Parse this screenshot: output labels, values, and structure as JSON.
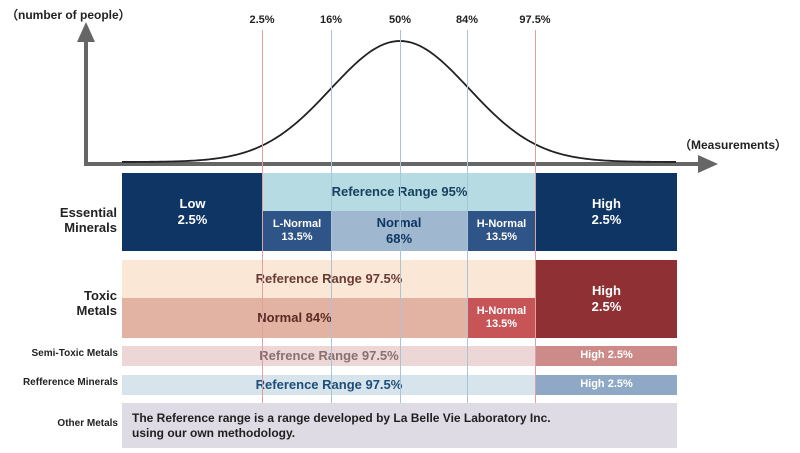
{
  "axis": {
    "y_label": "（number of people）",
    "x_label": "（Measurements）"
  },
  "percentiles": [
    "2.5%",
    "16%",
    "50%",
    "84%",
    "97.5%"
  ],
  "rows": {
    "essential": {
      "label_line1": "Essential",
      "label_line2": "Minerals",
      "low_title": "Low",
      "low_pct": "2.5%",
      "ref_range": "Reference Range 95%",
      "lnormal_title": "L-Normal",
      "lnormal_pct": "13.5%",
      "normal_title": "Normal",
      "normal_pct": "68%",
      "hnormal_title": "H-Normal",
      "hnormal_pct": "13.5%",
      "high_title": "High",
      "high_pct": "2.5%"
    },
    "toxic": {
      "label_line1": "Toxic",
      "label_line2": "Metals",
      "ref_range": "Reference Range  97.5%",
      "normal": "Normal  84%",
      "hnormal_title": "H-Normal",
      "hnormal_pct": "13.5%",
      "high_title": "High",
      "high_pct": "2.5%"
    },
    "semi_toxic": {
      "label": "Semi-Toxic Metals",
      "ref_range": "Refrence Range  97.5%",
      "high": "High 2.5%"
    },
    "reference_minerals": {
      "label": "Refference Minerals",
      "ref_range": "Reference Range  97.5%",
      "high": "High 2.5%"
    },
    "other": {
      "label": "Other Metals",
      "note_line1": "The Reference range is a range developed by La Belle Vie Laboratory Inc.",
      "note_line2": "using our own methodology."
    }
  },
  "colors": {
    "navy": "#0e3563",
    "light_blue": "#b7dbe2",
    "mid_blue": "#9fb8d0",
    "slate_blue": "#2f5487",
    "peach": "#fae7d6",
    "salmon": "#e2b2a2",
    "rose": "#c75558",
    "maroon": "#8e3034",
    "pale_pink": "#ecd6d6",
    "pink_high": "#cc8a88",
    "pale_blue": "#d7e4ec",
    "steel_high": "#8ea8c6",
    "lavender": "#dedbe5",
    "brown_text": "#6b3a30",
    "blue_text": "#1d4e7a",
    "grey_text": "#8a7070"
  }
}
